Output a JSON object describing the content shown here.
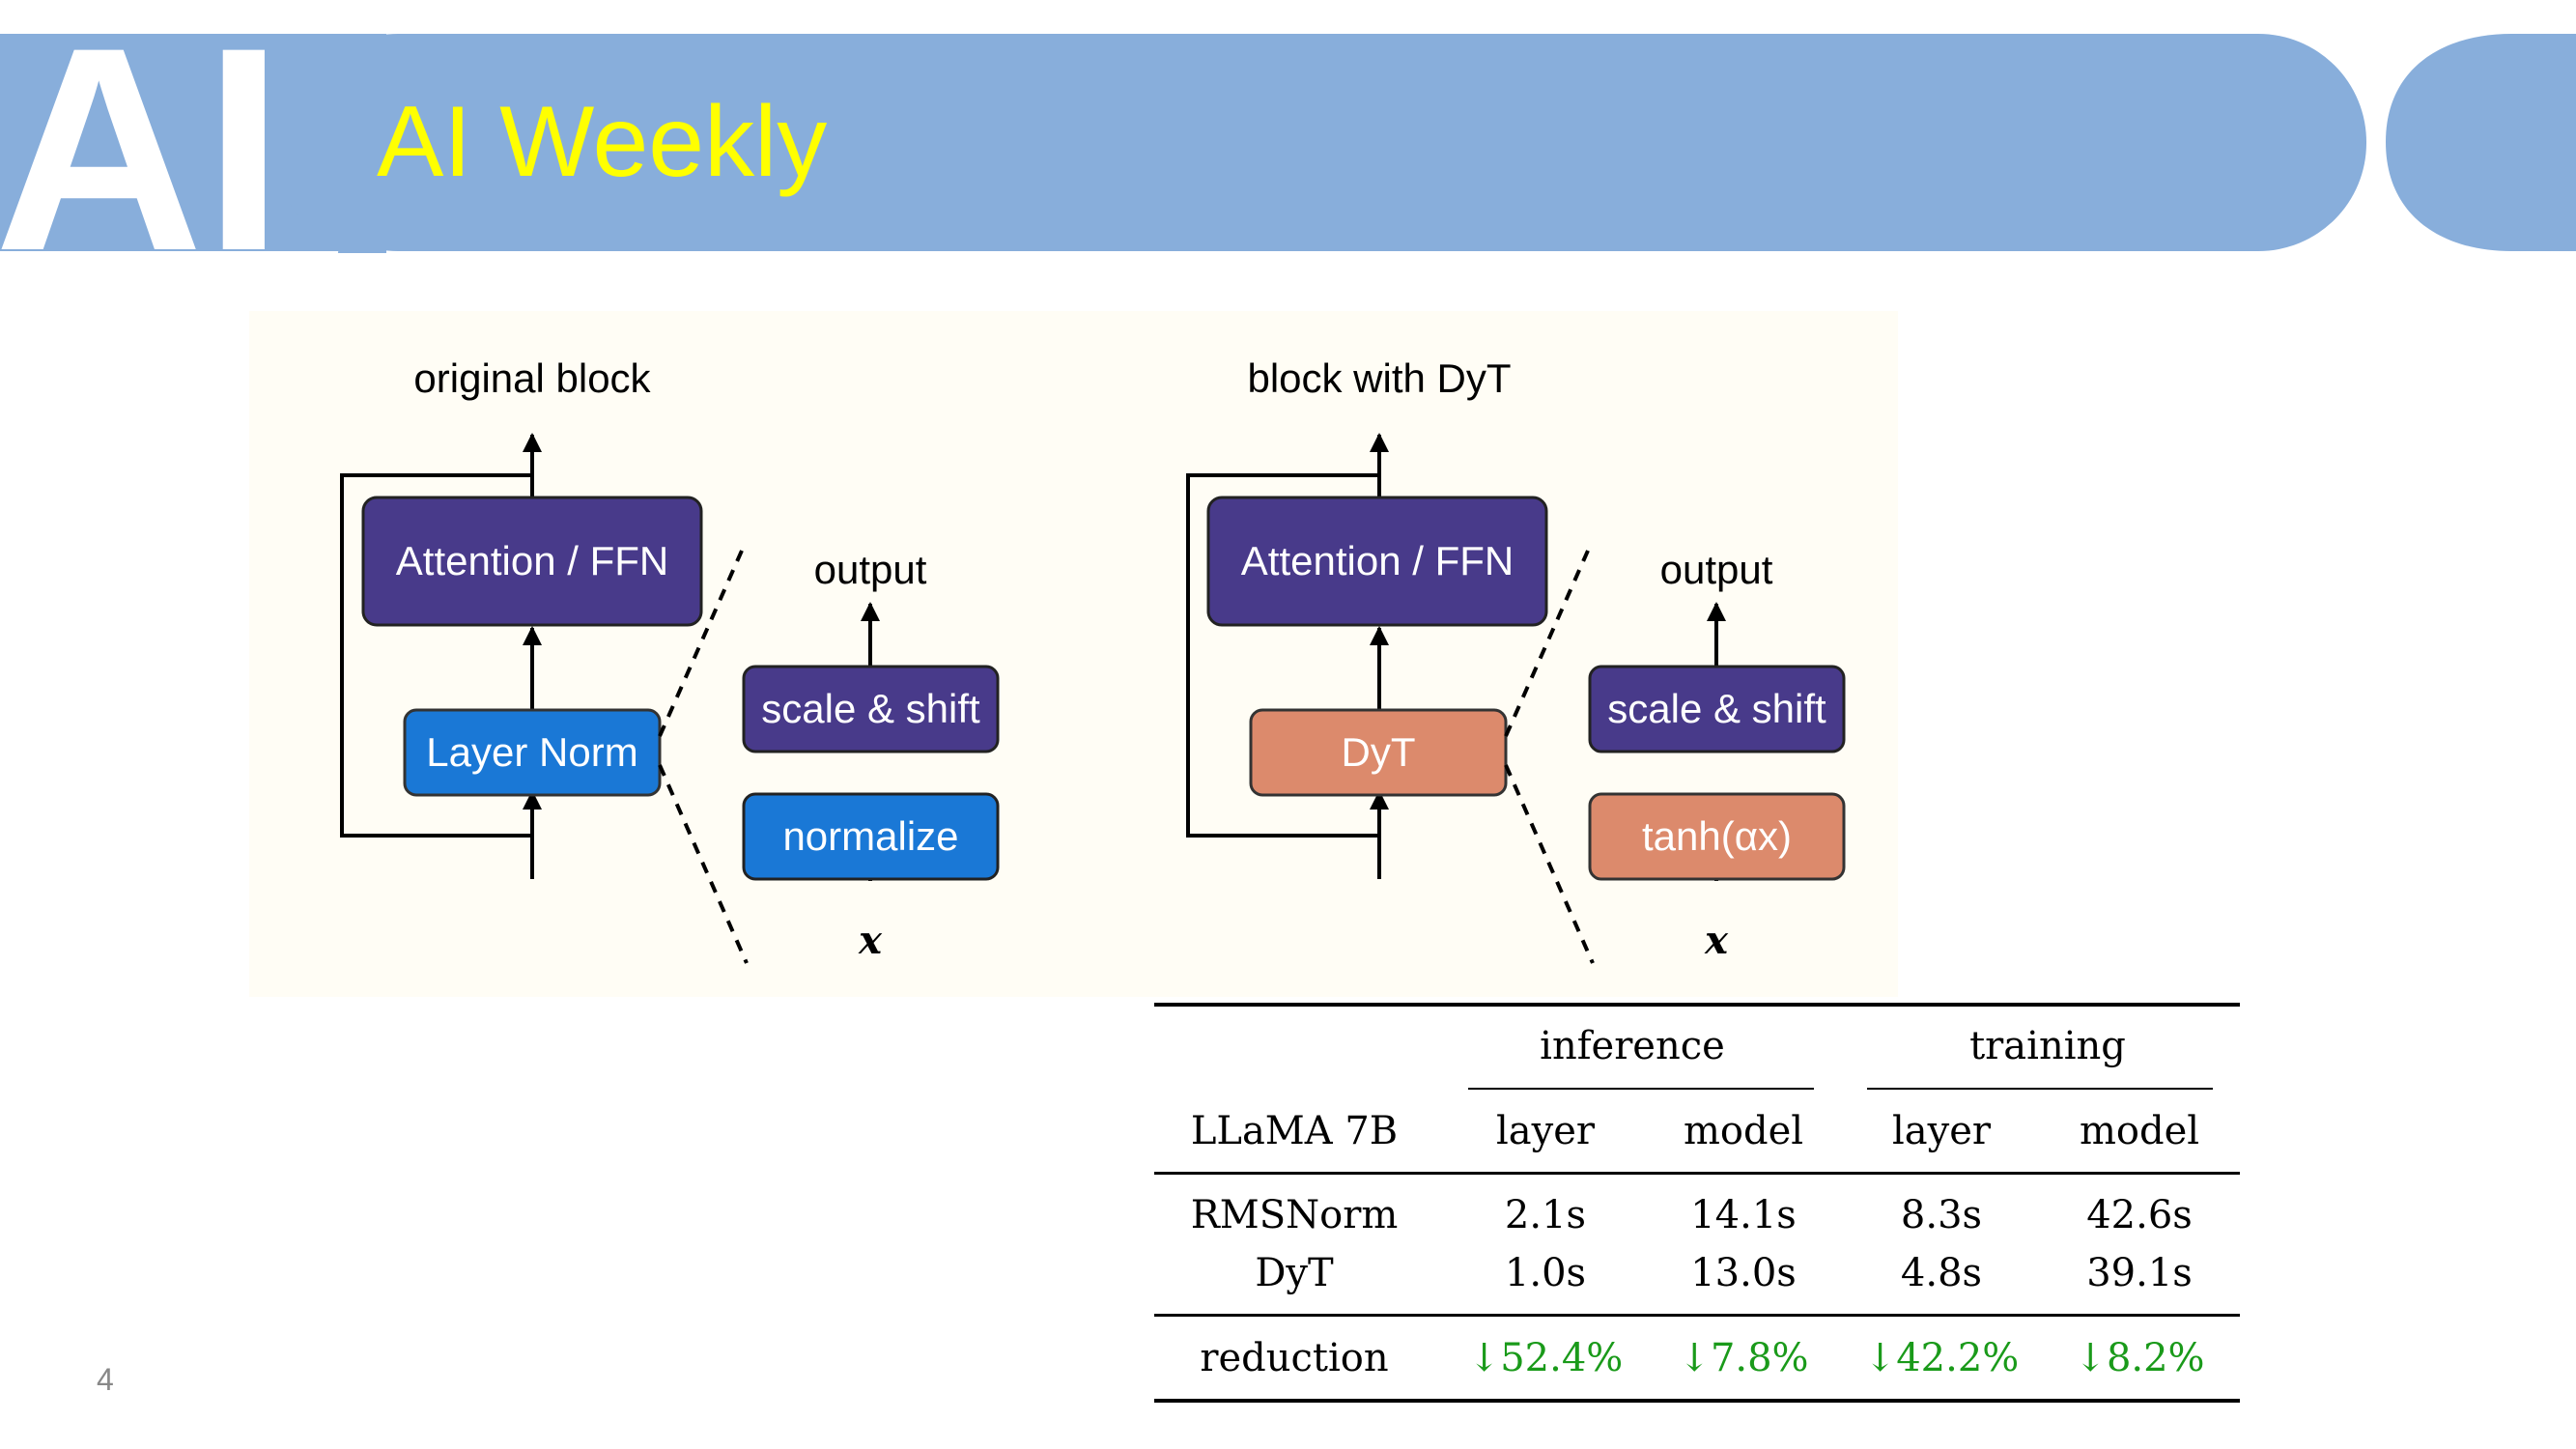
{
  "header": {
    "title": "AI Weekly",
    "logo_text": "AI",
    "banner_color": "#88aedb",
    "title_color": "#ffff00"
  },
  "diagram": {
    "left": {
      "caption": "original block",
      "main_box": "Attention / FFN",
      "norm_box": "Layer Norm",
      "output_label": "output",
      "top_box": "scale & shift",
      "bottom_box": "normalize",
      "input_label": "x"
    },
    "right": {
      "caption": "block with DyT",
      "main_box": "Attention / FFN",
      "norm_box": "DyT",
      "output_label": "output",
      "top_box": "scale & shift",
      "bottom_box": "tanh(αx)",
      "input_label": "x"
    },
    "colors": {
      "purple": "#483a8a",
      "blue": "#1a78d6",
      "orange": "#dc8a6c",
      "panel": "#fffdf5"
    }
  },
  "table": {
    "group_headers": [
      "inference",
      "training"
    ],
    "row_header_label": "LLaMA 7B",
    "columns": [
      "layer",
      "model",
      "layer",
      "model"
    ],
    "rows": [
      {
        "label": "RMSNorm",
        "values": [
          "2.1s",
          "14.1s",
          "8.3s",
          "42.6s"
        ]
      },
      {
        "label": "DyT",
        "values": [
          "1.0s",
          "13.0s",
          "4.8s",
          "39.1s"
        ]
      }
    ],
    "reduction": {
      "label": "reduction",
      "values": [
        "↓52.4%",
        "↓7.8%",
        "↓42.2%",
        "↓8.2%"
      ]
    },
    "reduction_color": "#1a9a1a"
  },
  "footer": {
    "page_number": "4"
  }
}
